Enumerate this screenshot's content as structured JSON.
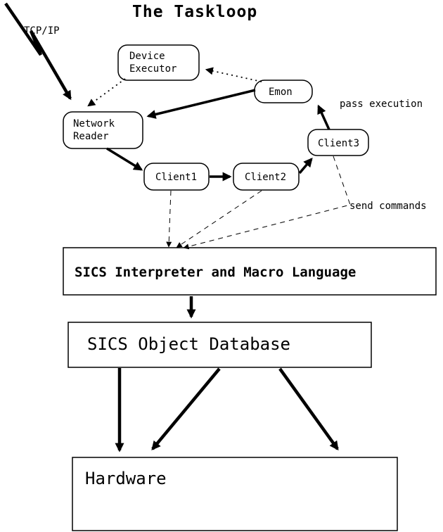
{
  "title": "The Taskloop",
  "labels": {
    "tcpip": "TCP/IP",
    "pass_execution": "pass execution",
    "send_commands": "send commands"
  },
  "nodes": {
    "device_executor": {
      "line1": "Device",
      "line2": "Executor"
    },
    "emon": {
      "label": "Emon"
    },
    "network_reader": {
      "line1": "Network",
      "line2": "Reader"
    },
    "client1": {
      "label": "Client1"
    },
    "client2": {
      "label": "Client2"
    },
    "client3": {
      "label": "Client3"
    }
  },
  "boxes": {
    "interpreter": {
      "label": "SICS Interpreter and Macro Language"
    },
    "database": {
      "label": "SICS Object Database"
    },
    "hardware": {
      "label": "Hardware"
    }
  },
  "colors": {
    "foreground": "#000000",
    "background": "#ffffff"
  }
}
